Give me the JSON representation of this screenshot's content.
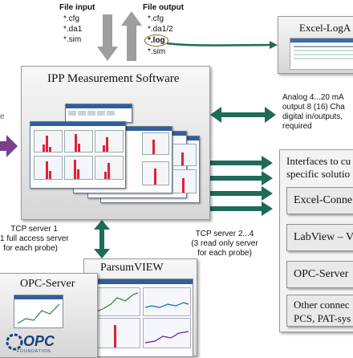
{
  "file_input": {
    "title": "File input",
    "items": [
      "*.cfg",
      "*.da1",
      "*.sim"
    ]
  },
  "file_output": {
    "title": "File output",
    "items": [
      "*.cfg",
      "*.da1/2",
      "*.log",
      "*.sim"
    ]
  },
  "excel_log": {
    "title": "Excel-LogA"
  },
  "ipp": {
    "title": "IPP Measurement Software"
  },
  "left_partial": "e",
  "analog_text": [
    "Analog 4...20 mA",
    "output 8 (16) Cha",
    "digital in/outputs,",
    "required"
  ],
  "interfaces": {
    "title": [
      "Interfaces to cu",
      "specific solutio"
    ],
    "items": [
      "Excel-Conne",
      "LabView – V",
      "OPC-Server",
      "Other connec",
      "PCS, PAT-sys"
    ]
  },
  "tcp1": [
    "TCP server 1",
    "1 full access server",
    "for each probe)"
  ],
  "tcp2": [
    "TCP server 2...4",
    "(3 read only server",
    "for each probe)"
  ],
  "parsum": {
    "title": "ParsumVIEW"
  },
  "opc_left": {
    "title": "OPC-Server",
    "logo_text": "OPC",
    "logo_sub": "FOUNDATION"
  },
  "colors": {
    "arrow_gray": "#9e9e9e",
    "arrow_green": "#1e6b57",
    "arrow_purple": "#7b3f8c",
    "accent_oval": "#7a6a10",
    "peak_red": "#e0203a"
  }
}
